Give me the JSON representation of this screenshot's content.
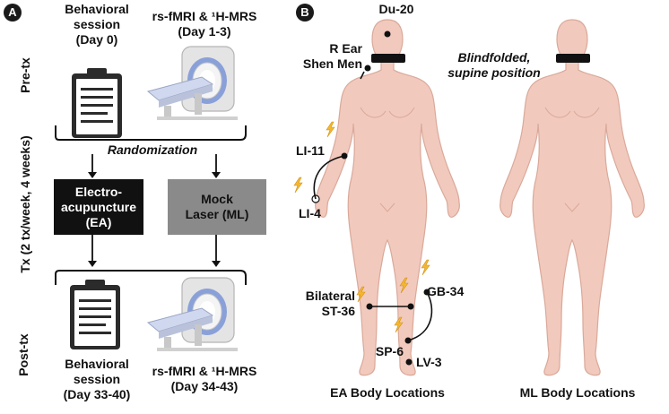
{
  "panel_a": {
    "badge": "A",
    "timeline": {
      "pre": "Pre-tx",
      "tx": "Tx (2 tx/week, 4 weeks)",
      "post": "Post-tx"
    },
    "pre_behavioral": [
      "Behavioral",
      "session",
      "(Day 0)"
    ],
    "pre_scan": [
      "rs-fMRI & ¹H-MRS",
      "(Day 1-3)"
    ],
    "randomization": "Randomization",
    "ea_box": [
      "Electro-",
      "acupuncture",
      "(EA)"
    ],
    "ml_box": [
      "Mock",
      "Laser (ML)"
    ],
    "post_behavioral": [
      "Behavioral",
      "session",
      "(Day 33-40)"
    ],
    "post_scan": [
      "rs-fMRI & ¹H-MRS",
      "(Day 34-43)"
    ],
    "colors": {
      "ea_box": "#111111",
      "ml_box": "#8a8a8a",
      "scanner_ring": "#8aa0d8"
    }
  },
  "panel_b": {
    "badge": "B",
    "blindfolded": [
      "Blindfolded,",
      "supine position"
    ],
    "points": {
      "du20": "Du-20",
      "ear": [
        "R Ear",
        "Shen Men"
      ],
      "li11": "LI-11",
      "li4": "LI-4",
      "st36": [
        "Bilateral",
        "ST-36"
      ],
      "gb34": "GB-34",
      "sp6": "SP-6",
      "lv3": "LV-3"
    },
    "captions": {
      "ea": "EA Body Locations",
      "ml": "ML Body Locations"
    },
    "colors": {
      "skin": "#f2c9bd",
      "skin_line": "#d9a99a",
      "bolt": "#f5b731"
    }
  }
}
